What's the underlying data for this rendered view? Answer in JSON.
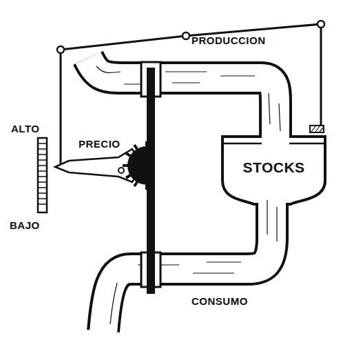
{
  "diagram": {
    "nodes": [
      {
        "text": [
          "STOCKS"
        ]
      }
    ],
    "labels": [
      "PRODUCCION",
      "PRECIO",
      "ALTO",
      "BAJO",
      "CONSUMO"
    ]
  }
}
